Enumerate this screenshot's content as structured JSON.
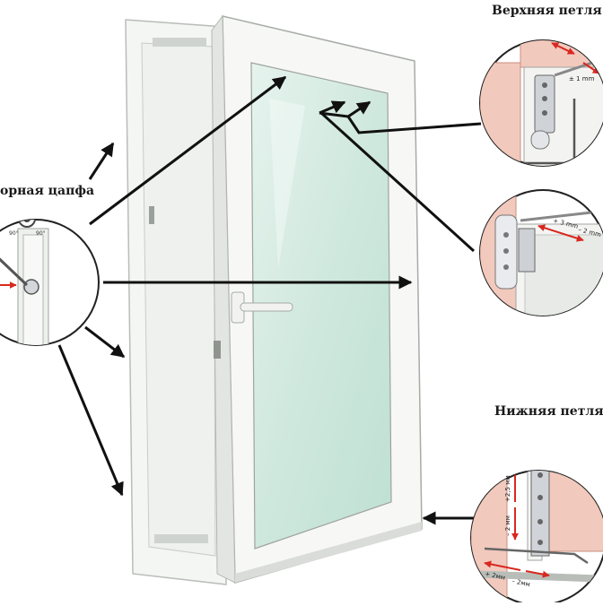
{
  "labels": {
    "top_hinge": "Верхняя петля",
    "pivot": "орная цапфа",
    "bottom_hinge": "Нижняя петля"
  },
  "detail_callouts": {
    "top_hinge_adjust": "± 1 mm",
    "middle_plus": "+ 3 mm",
    "middle_minus": "– 2 mm",
    "bottom_vertical_plus": "+2,5 мм",
    "bottom_vertical_minus": "– 2 мм",
    "bottom_horizontal_plus": "+ 2мм",
    "bottom_horizontal_minus": "– 2мм",
    "pivot_angle_left": "90°",
    "pivot_angle_right": "90°"
  },
  "colors": {
    "frame": "#f4f6f3",
    "frame_stroke": "#b9bdb8",
    "glass": "#d5ebe3",
    "wall": "#f2c9bd",
    "arrow": "#111111",
    "adjust_arrow": "#d8281f",
    "metal": "#c9ccd1"
  }
}
